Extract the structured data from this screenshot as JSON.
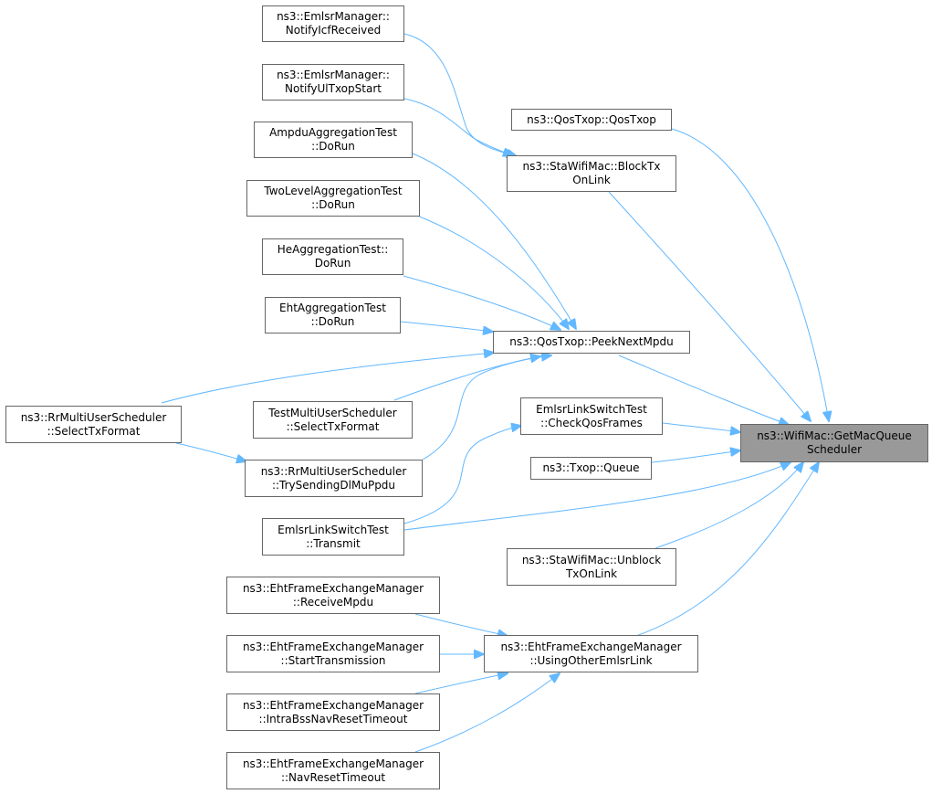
{
  "colors": {
    "edge": "#63b8ff",
    "node_border": "#666666",
    "node_fill": "#ffffff",
    "focus_fill": "#999999"
  },
  "nodes": {
    "focus": {
      "line1": "ns3::WifiMac::GetMacQueue",
      "line2": "Scheduler"
    },
    "notify_icf": {
      "line1": "ns3::EmlsrManager::",
      "line2": "NotifyIcfReceived"
    },
    "notify_ul": {
      "line1": "ns3::EmlsrManager::",
      "line2": "NotifyUlTxopStart"
    },
    "ampdu": {
      "line1": "AmpduAggregationTest",
      "line2": "::DoRun"
    },
    "twolevel": {
      "line1": "TwoLevelAggregationTest",
      "line2": "::DoRun"
    },
    "he": {
      "line1": "HeAggregationTest::",
      "line2": "DoRun"
    },
    "eht_agg": {
      "line1": "EhtAggregationTest",
      "line2": "::DoRun"
    },
    "rr_select": {
      "line1": "ns3::RrMultiUserScheduler",
      "line2": "::SelectTxFormat"
    },
    "test_select": {
      "line1": "TestMultiUserScheduler",
      "line2": "::SelectTxFormat"
    },
    "rr_try": {
      "line1": "ns3::RrMultiUserScheduler",
      "line2": "::TrySendingDlMuPpdu"
    },
    "emlsr_transmit": {
      "line1": "EmlsrLinkSwitchTest",
      "line2": "::Transmit"
    },
    "qostxop": {
      "line1": "ns3::QosTxop::QosTxop"
    },
    "blocktx": {
      "line1": "ns3::StaWifiMac::BlockTx",
      "line2": "OnLink"
    },
    "peek": {
      "line1": "ns3::QosTxop::PeekNextMpdu"
    },
    "checkqos": {
      "line1": "EmlsrLinkSwitchTest",
      "line2": "::CheckQosFrames"
    },
    "txop_queue": {
      "line1": "ns3::Txop::Queue"
    },
    "unblock": {
      "line1": "ns3::StaWifiMac::Unblock",
      "line2": "TxOnLink"
    },
    "receive_mpdu": {
      "line1": "ns3::EhtFrameExchangeManager",
      "line2": "::ReceiveMpdu"
    },
    "start_tx": {
      "line1": "ns3::EhtFrameExchangeManager",
      "line2": "::StartTransmission"
    },
    "intra_bss": {
      "line1": "ns3::EhtFrameExchangeManager",
      "line2": "::IntraBssNavResetTimeout"
    },
    "nav_reset": {
      "line1": "ns3::EhtFrameExchangeManager",
      "line2": "::NavResetTimeout"
    },
    "using_other": {
      "line1": "ns3::EhtFrameExchangeManager",
      "line2": "::UsingOtherEmlsrLink"
    }
  }
}
